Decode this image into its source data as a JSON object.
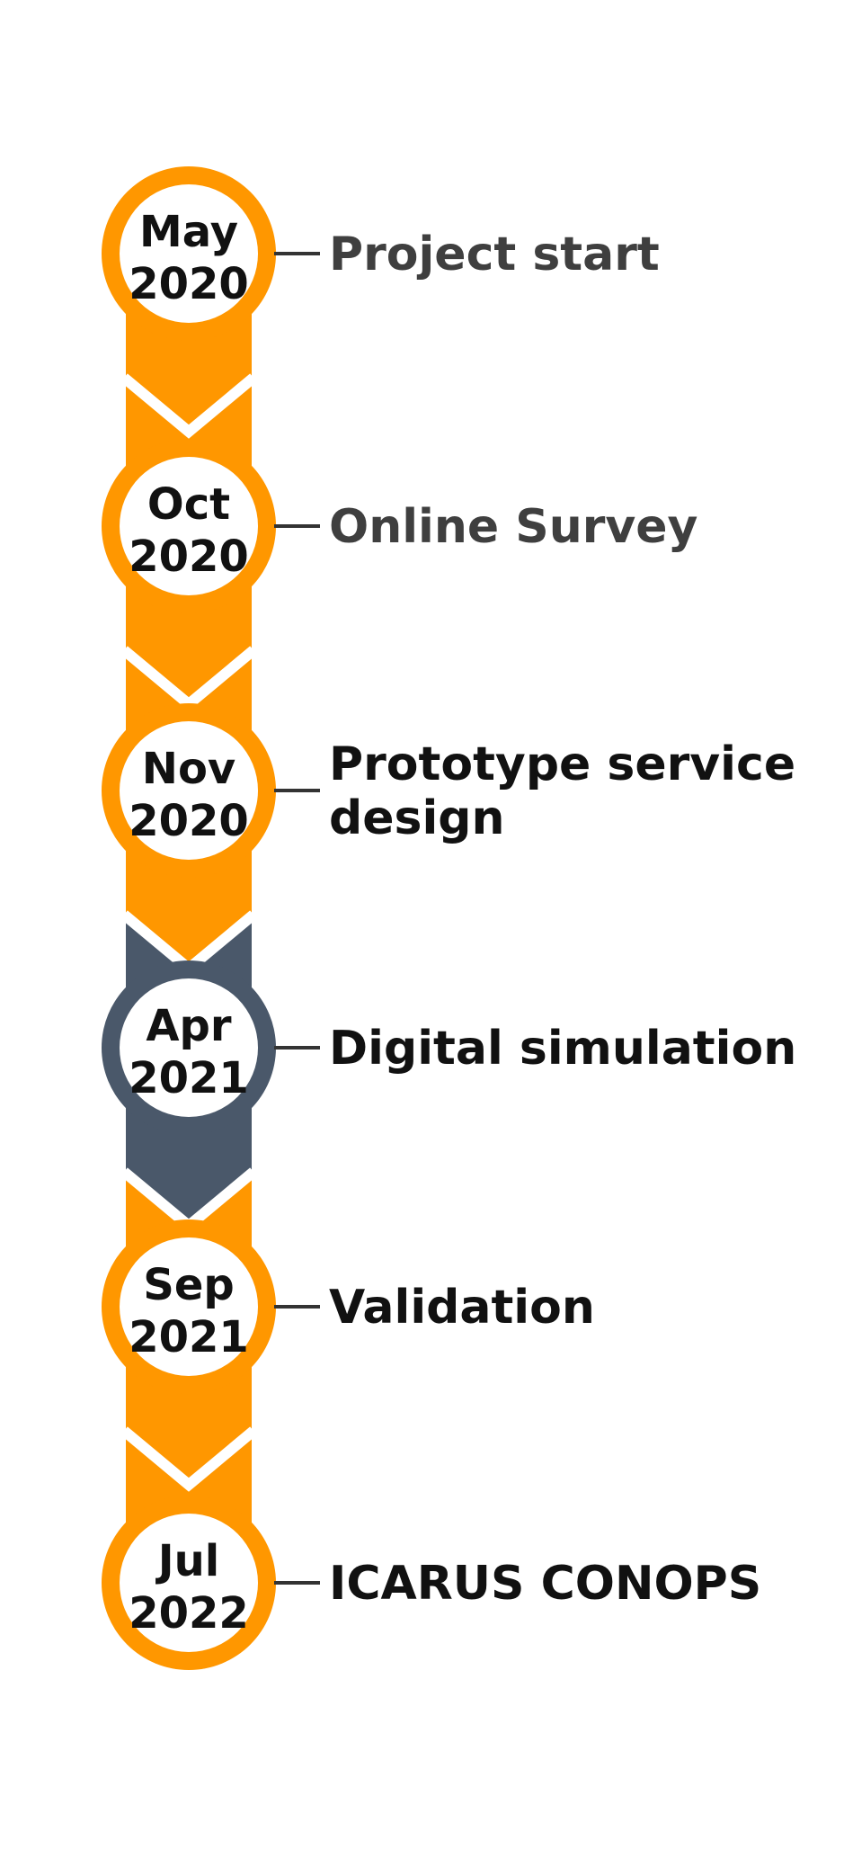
{
  "colors": {
    "primary": "#FF9700",
    "secondary": "#4A586A",
    "muted_text": "#3F3F3F",
    "dark_text": "#111111",
    "connector": "#333333"
  },
  "milestones": [
    {
      "month": "May",
      "year": "2020",
      "label": [
        "Project start"
      ],
      "color": "primary",
      "muted": true
    },
    {
      "month": "Oct",
      "year": "2020",
      "label": [
        "Online Survey"
      ],
      "color": "primary",
      "muted": true
    },
    {
      "month": "Nov",
      "year": "2020",
      "label": [
        "Prototype service",
        "design"
      ],
      "color": "primary",
      "muted": false
    },
    {
      "month": "Apr",
      "year": "2021",
      "label": [
        "Digital simulation"
      ],
      "color": "secondary",
      "muted": false
    },
    {
      "month": "Sep",
      "year": "2021",
      "label": [
        "Validation"
      ],
      "color": "primary",
      "muted": false
    },
    {
      "month": "Jul",
      "year": "2022",
      "label": [
        "ICARUS CONOPS"
      ],
      "color": "primary",
      "muted": false
    }
  ]
}
